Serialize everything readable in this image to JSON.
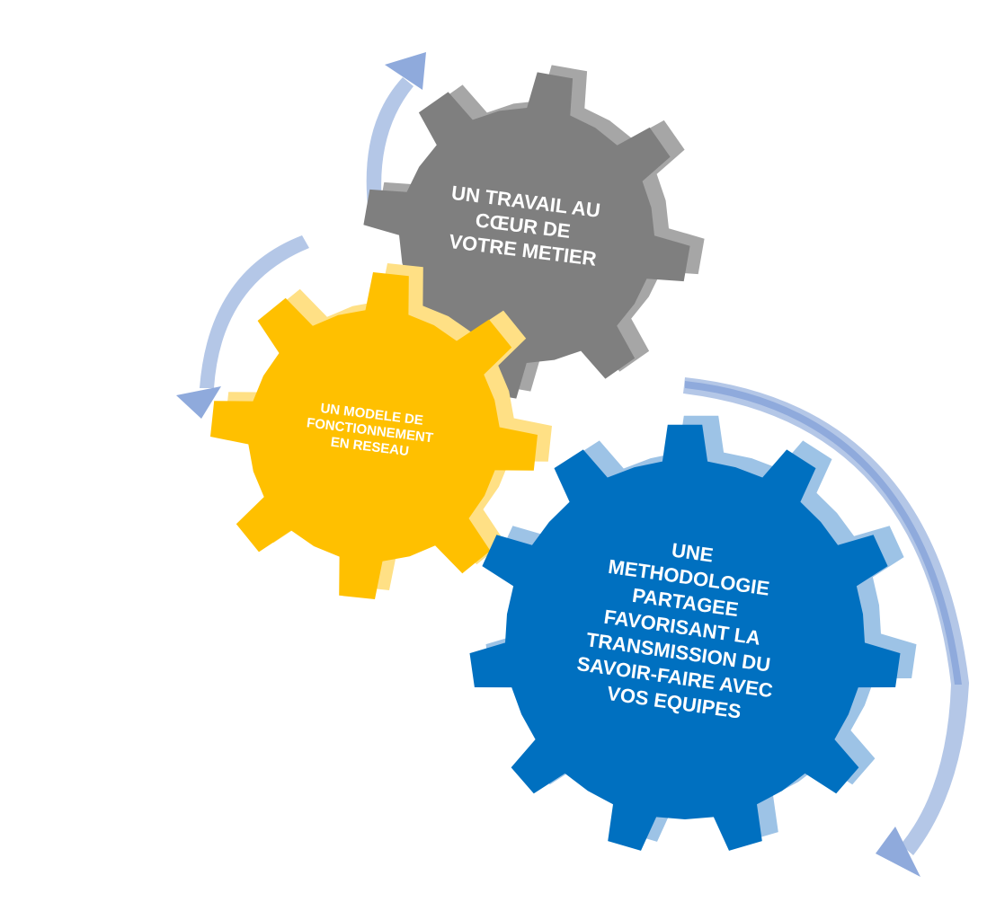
{
  "gears": [
    {
      "id": "gray",
      "lines": [
        "UN TRAVAIL AU",
        "CŒUR DE",
        "VOTRE METIER"
      ],
      "face_color": "#7f7f7f",
      "side_color": "#a6a6a6"
    },
    {
      "id": "yellow",
      "lines": [
        "UN MODELE DE",
        "FONCTIONNEMENT",
        "EN RESEAU"
      ],
      "face_color": "#ffc000",
      "side_color": "#ffe085"
    },
    {
      "id": "blue",
      "lines": [
        "UNE",
        "METHODOLOGIE",
        "PARTAGEE",
        "FAVORISANT LA",
        "TRANSMISSION DU",
        "SAVOIR-FAIRE AVEC",
        "VOS EQUIPES"
      ],
      "face_color": "#0070c0",
      "side_color": "#9dc3e6"
    }
  ],
  "colors": {
    "arrow": "#b4c7e7",
    "arrow_dark": "#8faadc"
  }
}
